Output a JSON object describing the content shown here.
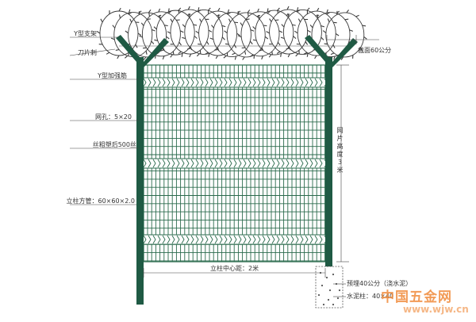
{
  "labels": {
    "y_bracket": "Y型支架",
    "razor_wire": "刀片刺",
    "y_reinforce": "Y型加强筋",
    "mesh_hole": "网孔：5×20",
    "wire_spec": "丝粗塑后500丝",
    "post_spec": "立柱方管：60×60×2.0",
    "section": "截面60公分",
    "panel_height": "网片高度3米",
    "post_spacing": "立柱中心距：2米",
    "embed": "预埋40公分（浇水泥）",
    "concrete_post": "水泥柱：40×40"
  },
  "watermark": {
    "name": "中国五金网",
    "url": "www.wjw.cn"
  },
  "colors": {
    "post": "#1f5a44",
    "mesh": "#2a6a4c",
    "razor": "#3a3a3a",
    "dim": "#444444",
    "watermark": "#f08a3a"
  }
}
